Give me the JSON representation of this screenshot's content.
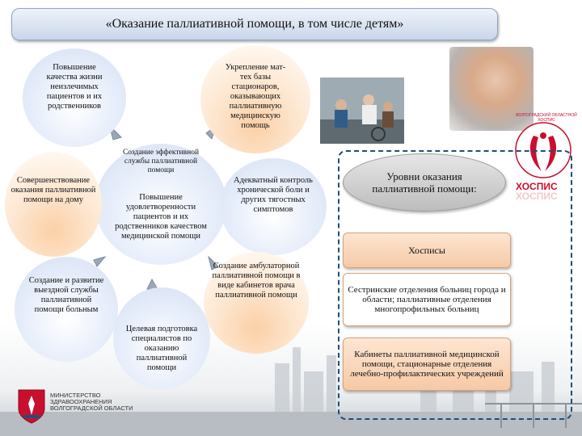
{
  "title": "«Оказание паллиативной помощи, в том числе детям»",
  "circles": {
    "quality": "Повышение качества жизни неизлечимых пациентов и их родственников",
    "strengthening": "Укрепление мат-тех базы стационаров, оказывающих паллиативную медицинскую помощь",
    "center_heading": "Создание эффективной службы паллиативной помощи",
    "center_body": "Повышение удовлетворенности пациентов и их родственников качеством медицинской помощи",
    "improvement": "Совершенствование оказания паллиативной помощи на дому",
    "pain_control": "Адекватный контроль хронической боли и других тягостных симптомов",
    "outreach": "Создание и развитие выездной службы паллиативной помощи больным",
    "outpatient": "Создание амбулаторной паллиативной помощи в виде кабинетов врача паллиативной помощи",
    "training": "Целевая подготовка специалистов по оказанию паллиативной помощи"
  },
  "levels": {
    "heading": "Уровни оказания паллиативной помощи:",
    "hospices": "Хосписы",
    "nursing": "Сестринские отделения больниц города и области; паллиативные отделения многопрофильных больниц",
    "offices": "Кабинеты паллиативной медицинской помощи, стационарные отделения лечебно-профилактических учреждений"
  },
  "hospice_logo": {
    "arc_text": "ВОЛГОГРАДСКИЙ ОБЛАСТНОЙ ХОСПИС",
    "word": "ХОСПИС",
    "word_reflection": "ХОСПИС"
  },
  "ministry": {
    "line1": "МИНИСТЕРСТВО",
    "line2": "ЗДРАВООХРАНЕНИЯ",
    "line3": "ВОЛГОГРАДСКОЙ ОБЛАСТИ"
  },
  "colors": {
    "accent_blue": "#1f4f7a",
    "peach": "#f6c9a6",
    "logo_red": "#c8102e"
  }
}
